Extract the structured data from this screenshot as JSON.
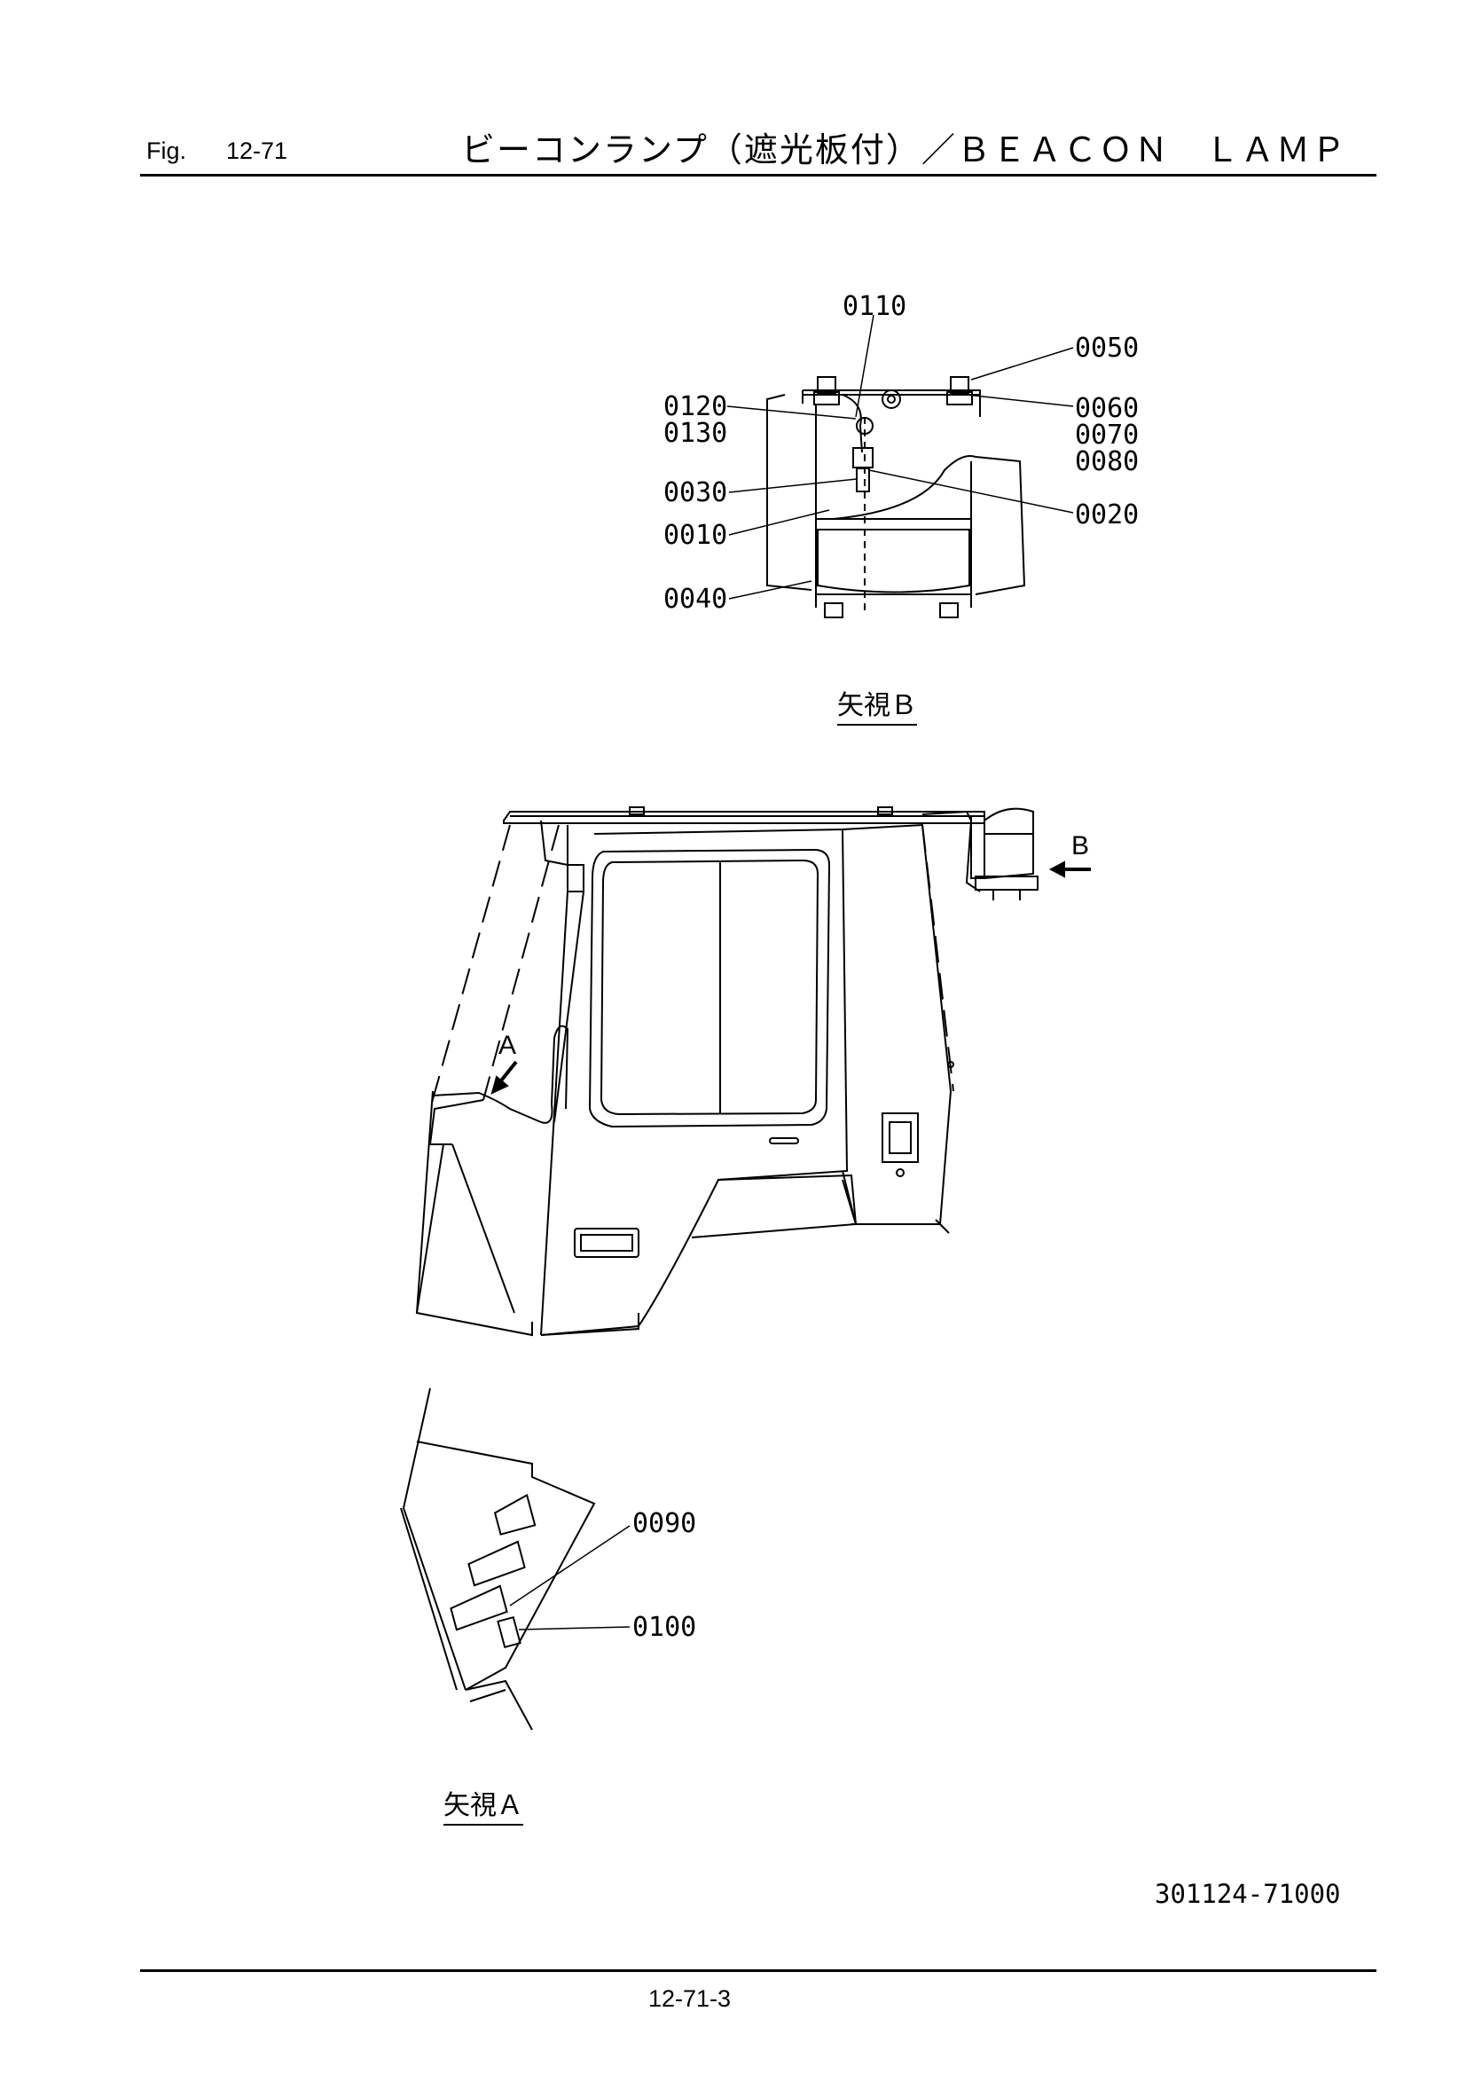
{
  "header": {
    "fig_label": "Fig.",
    "fig_number": "12-71",
    "title": "ビーコンランプ（遮光板付）／ＢＥＡＣＯＮ　ＬＡＭＰ"
  },
  "views": {
    "view_b_label": "矢視Ｂ",
    "view_a_label": "矢視Ａ",
    "arrow_a": "A",
    "arrow_b": "B"
  },
  "callouts": {
    "p0110": "0110",
    "p0050": "0050",
    "p0120": "0120",
    "p0130": "0130",
    "p0060": "0060",
    "p0070": "0070",
    "p0080": "0080",
    "p0030": "0030",
    "p0020": "0020",
    "p0010": "0010",
    "p0040": "0040",
    "p0090": "0090",
    "p0100": "0100"
  },
  "footer": {
    "drawing_number": "301124-71000",
    "page_number": "12-71-3"
  }
}
